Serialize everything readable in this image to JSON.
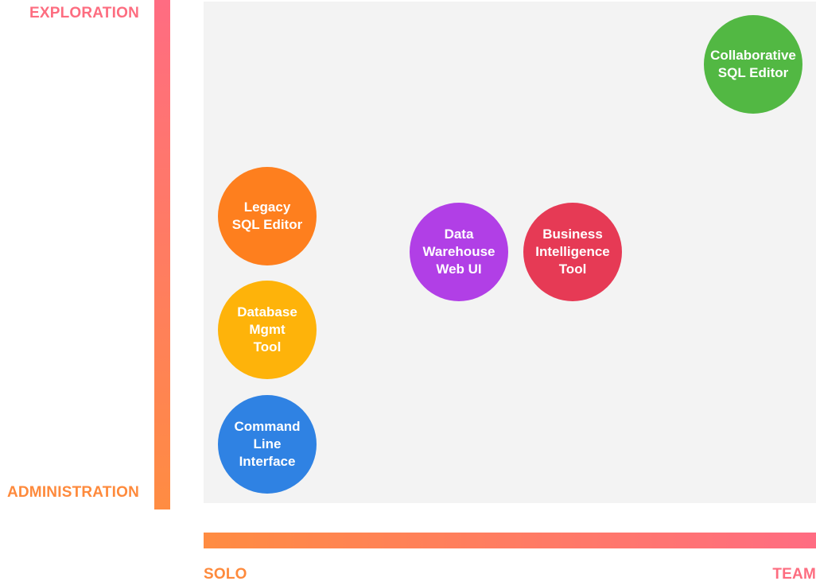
{
  "axes": {
    "top": "EXPLORATION",
    "bottom": "ADMINISTRATION",
    "left": "SOLO",
    "right": "TEAM"
  },
  "bubbles": [
    {
      "id": "collaborative-sql-editor",
      "label": "Collaborative\nSQL Editor",
      "color": "#52b843"
    },
    {
      "id": "legacy-sql-editor",
      "label": "Legacy\nSQL Editor",
      "color": "#fe7f1e"
    },
    {
      "id": "data-warehouse-web-ui",
      "label": "Data\nWarehouse\nWeb UI",
      "color": "#b13fe6"
    },
    {
      "id": "business-intelligence-tool",
      "label": "Business\nIntelligence\nTool",
      "color": "#e63a55"
    },
    {
      "id": "database-mgmt-tool",
      "label": "Database\nMgmt\nTool",
      "color": "#feb30a"
    },
    {
      "id": "command-line-interface",
      "label": "Command\nLine\nInterface",
      "color": "#2f82e3"
    }
  ]
}
